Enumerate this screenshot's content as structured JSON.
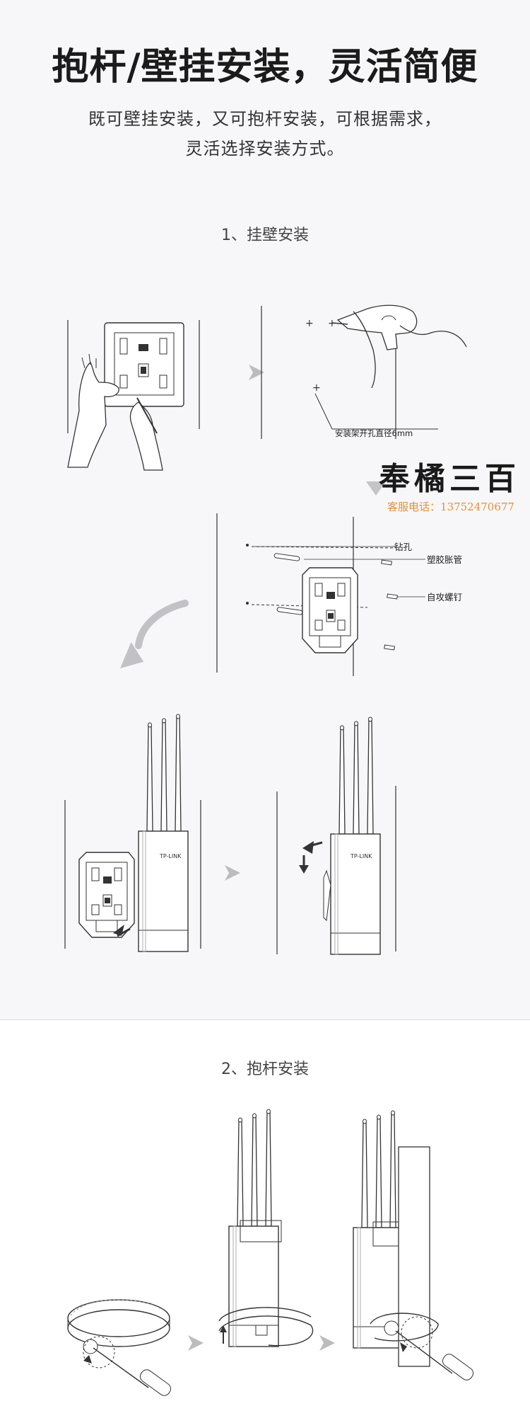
{
  "header": {
    "title": "抱杆/壁挂安装，灵活简便",
    "subtitle_line1": "既可壁挂安装，又可抱杆安装，可根据需求，",
    "subtitle_line2": "灵活选择安装方式。"
  },
  "section1": {
    "title": "1、挂壁安装",
    "drill_caption": "安装架开孔直径6mm",
    "labels": {
      "drill_hole": "钻孔",
      "plastic_anchor": "塑胶胀管",
      "self_tapping_screw": "自攻螺钉"
    },
    "device_logo": "TP-LINK"
  },
  "section2": {
    "title": "2、抱杆安装"
  },
  "watermark": {
    "brand": "奉橘三百",
    "contact": "客服电话：13752470677"
  },
  "colors": {
    "background": "#f7f7f9",
    "line": "#333333",
    "arrow_gray": "#b9b9bd",
    "watermark_orange": "#e0913a"
  }
}
